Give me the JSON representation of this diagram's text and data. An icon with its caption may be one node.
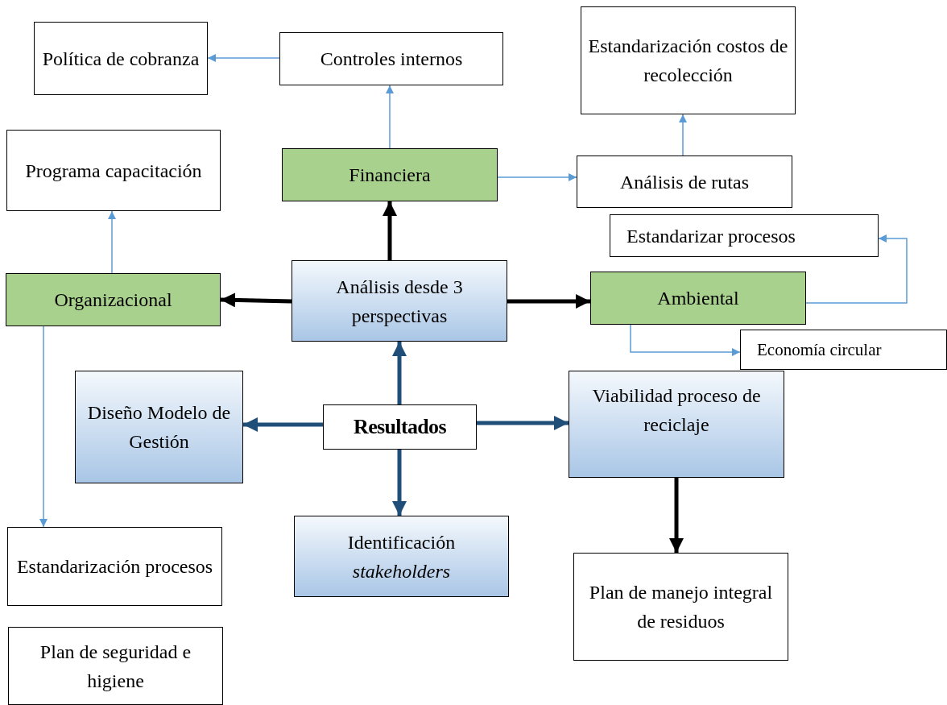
{
  "diagram": {
    "nodes": [
      {
        "text": [
          "Política de cobranza"
        ]
      },
      {
        "text": [
          "Controles internos"
        ]
      },
      {
        "text": [
          "Estandarización costos de recolección"
        ]
      },
      {
        "text": [
          "Programa capacitación"
        ]
      },
      {
        "text": [
          "Financiera"
        ]
      },
      {
        "text": [
          "Análisis de rutas"
        ]
      },
      {
        "text": [
          "Estandarizar procesos"
        ]
      },
      {
        "text": [
          "Organizacional"
        ]
      },
      {
        "text": [
          "Análisis desde 3 perspectivas"
        ]
      },
      {
        "text": [
          "Ambiental"
        ]
      },
      {
        "text": [
          "Economía circular"
        ]
      },
      {
        "text": [
          "Diseño Modelo de Gestión"
        ]
      },
      {
        "text": [
          "Resultados"
        ]
      },
      {
        "text": [
          "Viabilidad proceso de reciclaje"
        ]
      },
      {
        "text": [
          "Estandarización procesos"
        ]
      },
      {
        "text": [
          "Identificación *stakeholders*"
        ]
      },
      {
        "text": [
          "Plan de manejo integral de residuos"
        ]
      },
      {
        "text": [
          "Plan de seguridad e higiene"
        ]
      }
    ],
    "edges": [
      {
        "from": 1,
        "to": 0,
        "arrow": "to"
      },
      {
        "from": 4,
        "to": 1,
        "arrow": "to"
      },
      {
        "from": 4,
        "to": 5,
        "arrow": "to"
      },
      {
        "from": 5,
        "to": 2,
        "arrow": "to"
      },
      {
        "from": 7,
        "to": 3,
        "arrow": "to"
      },
      {
        "from": 7,
        "to": 14,
        "arrow": "to"
      },
      {
        "from": 9,
        "to": 6,
        "arrow": "to"
      },
      {
        "from": 9,
        "to": 10,
        "arrow": "to"
      },
      {
        "from": 8,
        "to": 4,
        "arrow": "to",
        "style": "thick",
        "color": "#000000"
      },
      {
        "from": 8,
        "to": 7,
        "arrow": "to",
        "style": "thick",
        "color": "#000000"
      },
      {
        "from": 8,
        "to": 9,
        "arrow": "to",
        "style": "thick",
        "color": "#000000"
      },
      {
        "from": 12,
        "to": 8,
        "arrow": "to",
        "style": "thick",
        "color": "#1f4e79"
      },
      {
        "from": 12,
        "to": 11,
        "arrow": "to",
        "style": "thick",
        "color": "#1f4e79"
      },
      {
        "from": 12,
        "to": 13,
        "arrow": "to",
        "style": "thick",
        "color": "#1f4e79"
      },
      {
        "from": 12,
        "to": 15,
        "arrow": "to",
        "style": "thick",
        "color": "#1f4e79"
      },
      {
        "from": 13,
        "to": 16,
        "arrow": "to",
        "style": "thick",
        "color": "#000000"
      }
    ]
  }
}
